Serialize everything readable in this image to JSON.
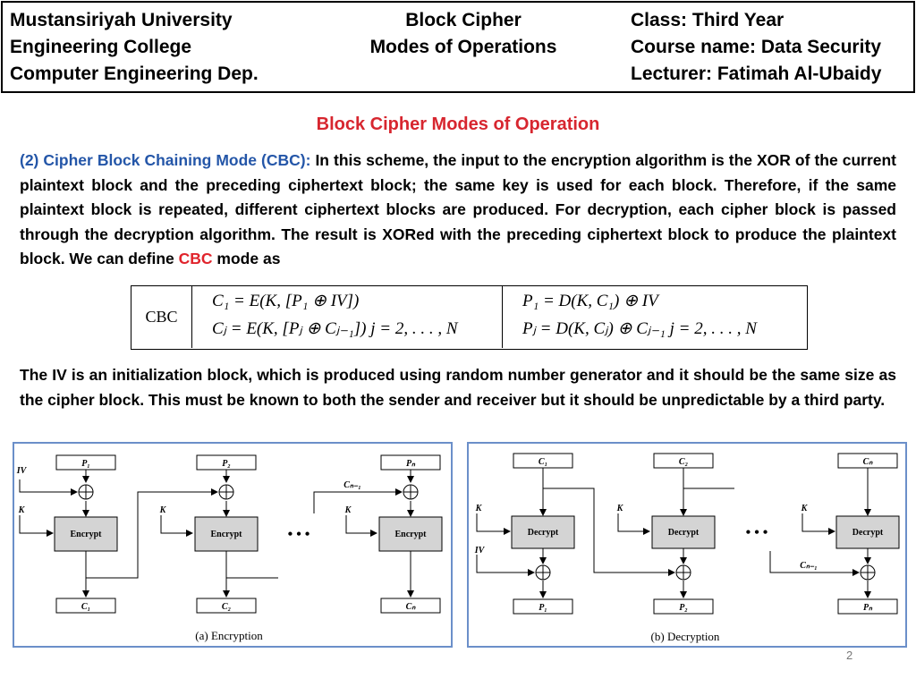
{
  "header": {
    "left": [
      "Mustansiriyah University",
      "Engineering College",
      "Computer Engineering Dep."
    ],
    "middle": [
      "Block Cipher",
      "Modes of Operations"
    ],
    "right": [
      "Class: Third Year",
      "Course name: Data Security",
      "Lecturer: Fatimah Al-Ubaidy"
    ]
  },
  "title": "Block Cipher Modes of Operation",
  "para1": {
    "heading": "(2) Cipher Block Chaining Mode (CBC):",
    "body": " In this scheme, the input to the encryption algorithm is the XOR of the current plaintext block and the preceding ciphertext block; the same key is used for each block. Therefore, if the same plaintext block is repeated, different ciphertext blocks are produced. For decryption, each cipher block is passed through the decryption algorithm. The result is XORed with the preceding ciphertext block to produce the plaintext block. We can define ",
    "highlight": "CBC",
    "tail": " mode as"
  },
  "formula": {
    "label": "CBC",
    "enc1": "C₁ = E(K, [P₁ ⊕ IV])",
    "enc2": "Cⱼ = E(K, [Pⱼ ⊕ Cⱼ₋₁]) j = 2, . . . , N",
    "dec1": "P₁ = D(K, C₁) ⊕ IV",
    "dec2": "Pⱼ = D(K, Cⱼ) ⊕ Cⱼ₋₁ j = 2, . . . , N"
  },
  "para2": "The IV is an initialization block, which is produced using random number generator and it should be the same size as the cipher block. This must be known to both the sender and receiver but it should be unpredictable by a third party.",
  "encryption": {
    "caption": "(a) Encryption",
    "inputs": [
      "P₁",
      "P₂",
      "Pₙ"
    ],
    "outputs": [
      "C₁",
      "C₂",
      "Cₙ"
    ],
    "block": "Encrypt",
    "iv": "IV",
    "key": "K",
    "chain": "Cₙ₋₁",
    "dots": "• • •"
  },
  "decryption": {
    "caption": "(b) Decryption",
    "inputs": [
      "C₁",
      "C₂",
      "Cₙ"
    ],
    "outputs": [
      "P₁",
      "P₂",
      "Pₙ"
    ],
    "block": "Decrypt",
    "iv": "IV",
    "key": "K",
    "chain": "Cₙ₋₁",
    "dots": "• • •"
  },
  "page_number": "2"
}
